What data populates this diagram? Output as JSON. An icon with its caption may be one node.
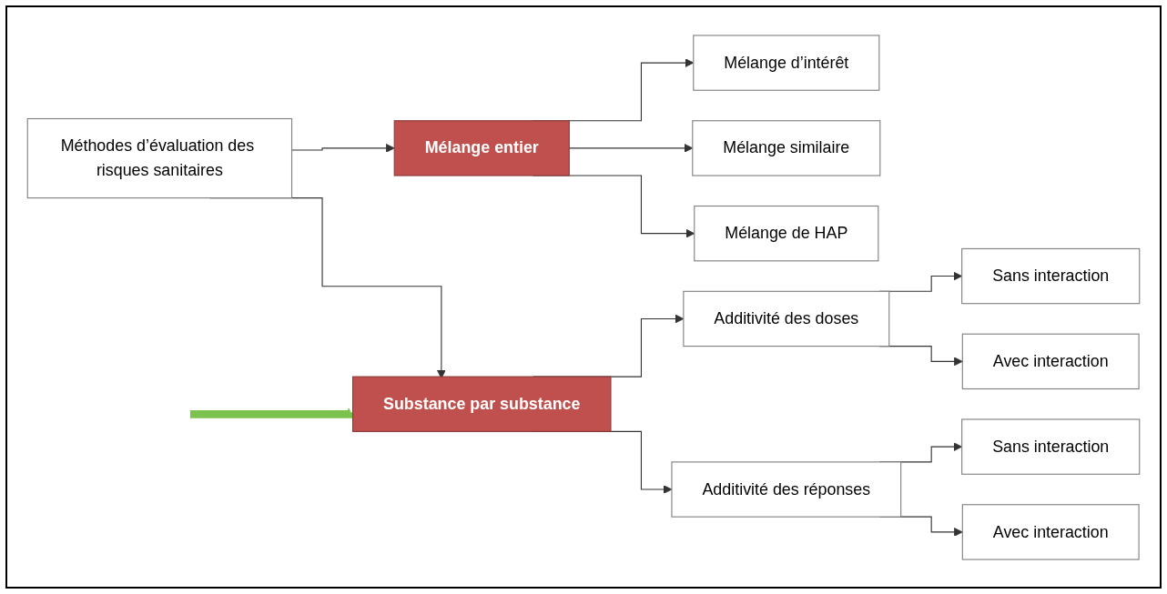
{
  "diagram": {
    "nodes": [
      {
        "text": [
          "Méthodes d’évaluation des risques sanitaires"
        ]
      },
      {
        "text": [
          "Mélange entier"
        ]
      },
      {
        "text": [
          "Substance par substance"
        ]
      },
      {
        "text": [
          "Mélange d’intérêt"
        ]
      },
      {
        "text": [
          "Mélange similaire"
        ]
      },
      {
        "text": [
          "Mélange de HAP"
        ]
      },
      {
        "text": [
          "Additivité des doses"
        ]
      },
      {
        "text": [
          "Additivité des réponses"
        ]
      },
      {
        "text": [
          "Sans interaction"
        ]
      },
      {
        "text": [
          "Avec interaction"
        ]
      },
      {
        "text": [
          "Sans interaction"
        ]
      },
      {
        "text": [
          "Avec interaction"
        ]
      }
    ],
    "edges": [
      {
        "from": 0,
        "to": 1,
        "arrow": "to"
      },
      {
        "from": 0,
        "to": 2,
        "arrow": "to"
      },
      {
        "from": 1,
        "to": 3,
        "arrow": "to"
      },
      {
        "from": 1,
        "to": 4,
        "arrow": "to"
      },
      {
        "from": 1,
        "to": 5,
        "arrow": "to"
      },
      {
        "from": 2,
        "to": 6,
        "arrow": "to"
      },
      {
        "from": 2,
        "to": 7,
        "arrow": "to"
      },
      {
        "from": 6,
        "to": 8,
        "arrow": "to"
      },
      {
        "from": 6,
        "to": 9,
        "arrow": "to"
      },
      {
        "from": 7,
        "to": 10,
        "arrow": "to"
      },
      {
        "from": 7,
        "to": 11,
        "arrow": "to"
      },
      {
        "from": null,
        "to": 2,
        "arrow": "to",
        "style": "thick",
        "color": "#7cc24e"
      }
    ]
  }
}
